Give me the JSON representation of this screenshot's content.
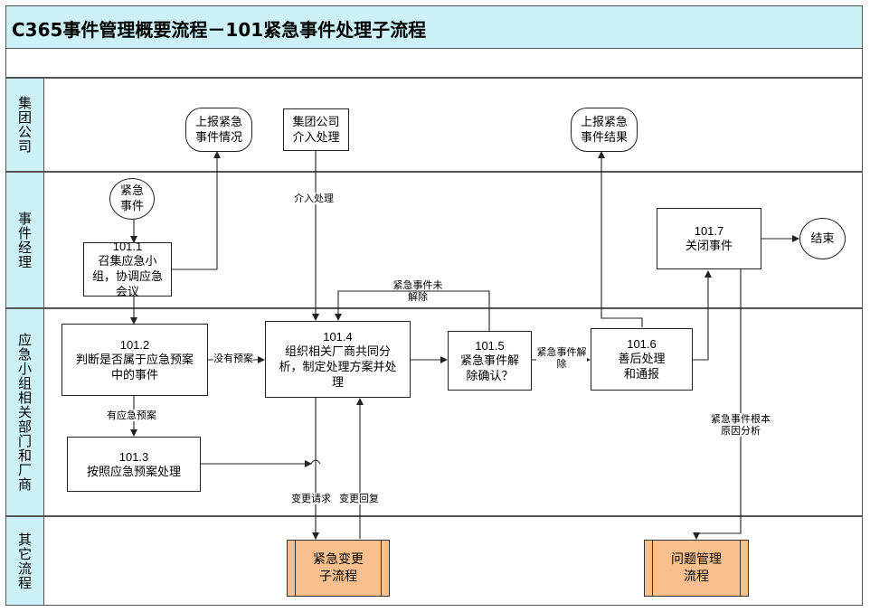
{
  "title": "C365事件管理概要流程－101紧急事件处理子流程",
  "lanes": {
    "group": "集团公司",
    "manager": "事件经理",
    "team": "应急小组相关部门和厂商",
    "other": "其它流程"
  },
  "nodes": {
    "report_situation": "上报紧急事件情况",
    "group_intervene": "集团公司介入处理",
    "report_result": "上报紧急事件结果",
    "start": "紧急事件",
    "n101_1_num": "101.1",
    "n101_1_text": "召集应急小组，协调应急会议",
    "n101_7_num": "101.7",
    "n101_7_text": "关闭事件",
    "end": "结束",
    "n101_2_num": "101.2",
    "n101_2_text": "判断是否属于应急预案中的事件",
    "n101_4_num": "101.4",
    "n101_4_text": "组织相关厂商共同分析，制定处理方案并处理",
    "n101_5_num": "101.5",
    "n101_5_text": "紧急事件解除确认？",
    "n101_6_num": "101.6",
    "n101_6_text": "善后处理和通报",
    "n101_3_num": "101.3",
    "n101_3_text": "按照应急预案处理",
    "sub_change": "紧急变更子流程",
    "sub_problem": "问题管理流程"
  },
  "edge_labels": {
    "intervene": "介入处理",
    "not_resolved": "紧急事件未解除",
    "no_plan": "没有预案",
    "resolved": "紧急事件解除",
    "has_plan": "有应急预案",
    "root_cause": "紧急事件根本原因分析",
    "change_request": "变更请求",
    "change_reply": "变更回复"
  }
}
